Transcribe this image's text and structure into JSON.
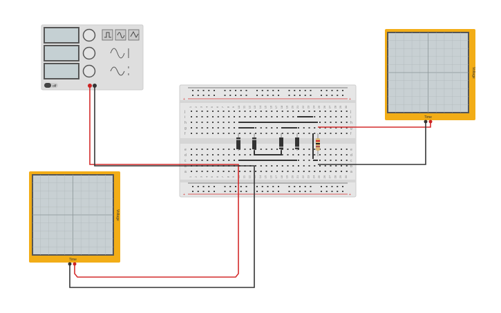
{
  "function_generator": {
    "power_label": "off",
    "waveforms": [
      "square-wave-icon",
      "sine-wave-icon",
      "triangle-wave-icon"
    ]
  },
  "oscilloscope_right": {
    "x_label": "Time",
    "y_label": "Voltage"
  },
  "oscilloscope_left": {
    "x_label": "Time",
    "y_label": "Voltage"
  },
  "breadboard": {
    "row_labels_top": [
      "j",
      "i",
      "h",
      "g",
      "f"
    ],
    "row_labels_bottom": [
      "e",
      "d",
      "c",
      "b",
      "a"
    ],
    "columns": 30,
    "rail_plus": "+",
    "rail_minus": "-"
  },
  "colors": {
    "wire_red": "#d42a2a",
    "wire_black": "#333333",
    "scope_frame": "#f2ad17",
    "screen": "#c8d0d3"
  }
}
